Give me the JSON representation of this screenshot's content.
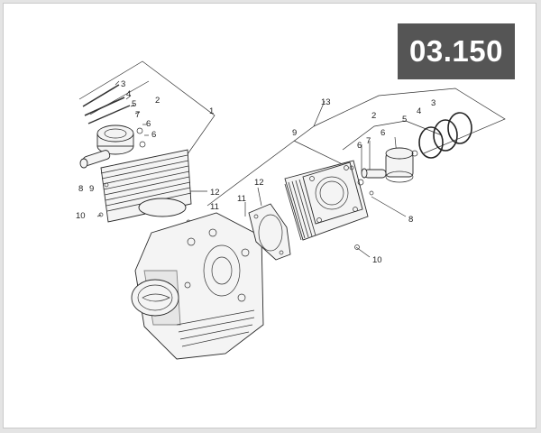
{
  "page_code": "03.150",
  "callouts": {
    "l1": "1",
    "l2": "2",
    "l3": "3",
    "l4": "4",
    "l5": "5",
    "l6a": "6",
    "l6b": "6",
    "l7": "7",
    "l8": "8",
    "l9": "9",
    "l10": "10",
    "l11": "11",
    "l12": "12",
    "r13": "13",
    "r2": "2",
    "r3": "3",
    "r4": "4",
    "r5": "5",
    "r6a": "6",
    "r6b": "6",
    "r7": "7",
    "r9": "9",
    "r11": "11",
    "r12": "12",
    "r8": "8",
    "r10": "10"
  }
}
